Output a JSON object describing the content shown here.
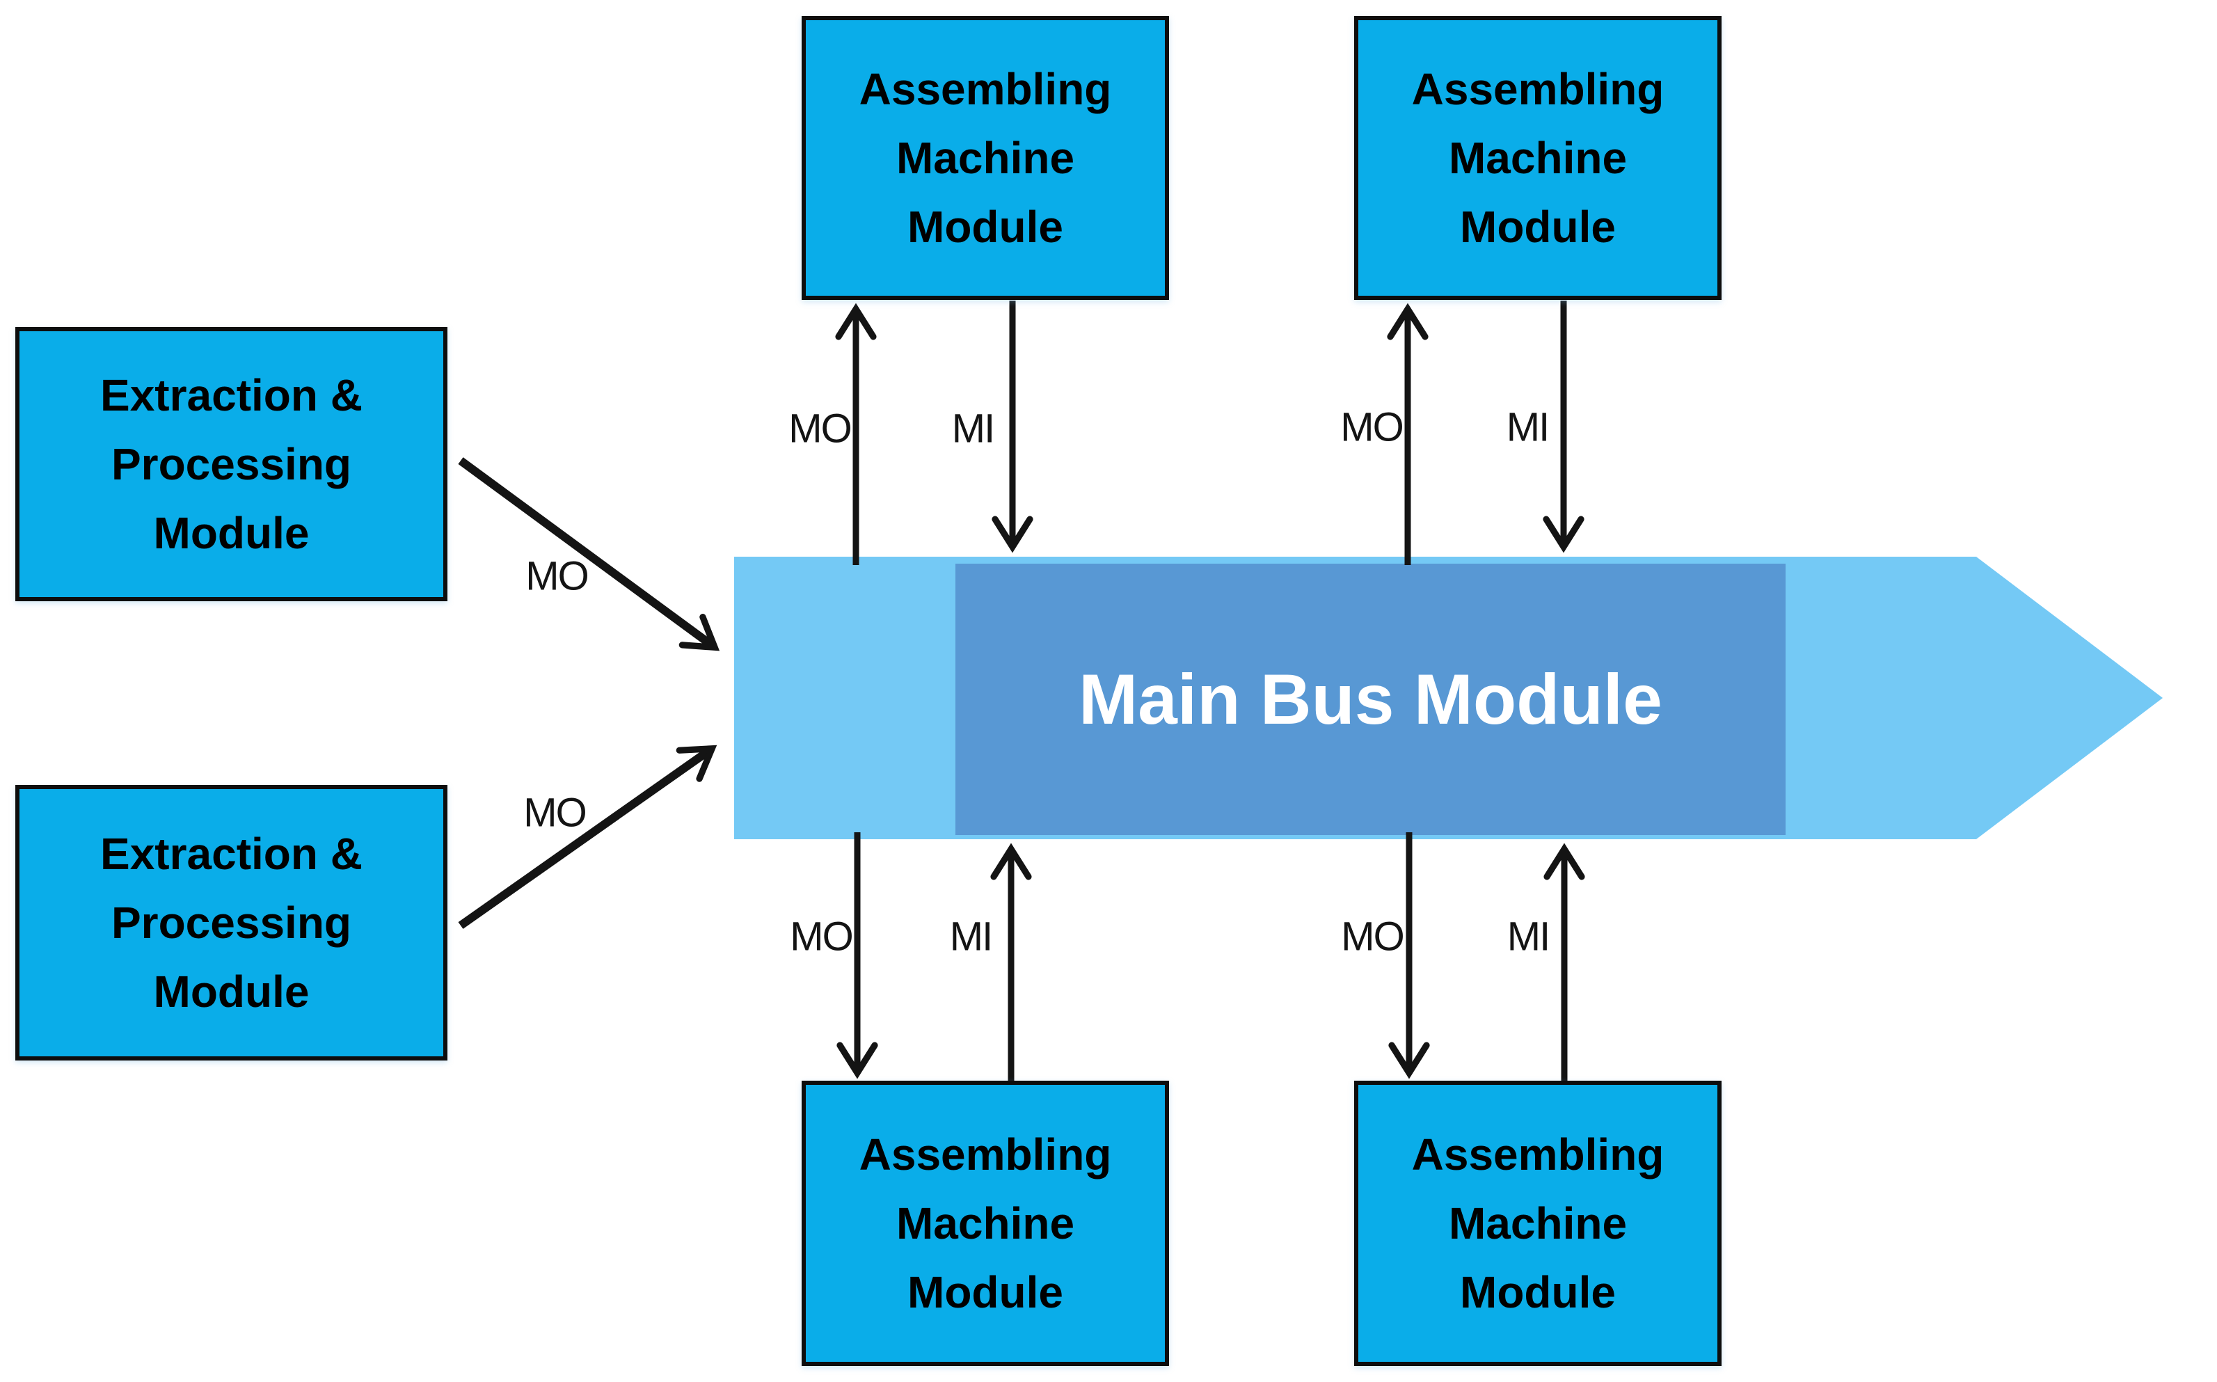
{
  "modules": {
    "extraction_top": {
      "lines": [
        "Extraction &",
        "Processing",
        "Module"
      ]
    },
    "extraction_bottom": {
      "lines": [
        "Extraction &",
        "Processing",
        "Module"
      ]
    },
    "assembling_top_left": {
      "lines": [
        "Assembling",
        "Machine",
        "Module"
      ]
    },
    "assembling_top_right": {
      "lines": [
        "Assembling",
        "Machine",
        "Module"
      ]
    },
    "assembling_bottom_left": {
      "lines": [
        "Assembling",
        "Machine",
        "Module"
      ]
    },
    "assembling_bottom_right": {
      "lines": [
        "Assembling",
        "Machine",
        "Module"
      ]
    }
  },
  "main_bus": {
    "label": "Main Bus Module"
  },
  "flow_labels": {
    "extraction_top_mo": "MO",
    "extraction_bottom_mo": "MO",
    "top_left_mo": "MO",
    "top_left_mi": "MI",
    "top_right_mo": "MO",
    "top_right_mi": "MI",
    "bottom_left_mo": "MO",
    "bottom_left_mi": "MI",
    "bottom_right_mo": "MO",
    "bottom_right_mi": "MI"
  },
  "colors": {
    "module_fill": "#0aade9",
    "module_border": "#0d0d0d",
    "module_text": "#000000",
    "bus_body": "#74c9f5",
    "bus_inner": "#5898d4",
    "bus_text": "#ffffff",
    "arrow": "#141414"
  }
}
